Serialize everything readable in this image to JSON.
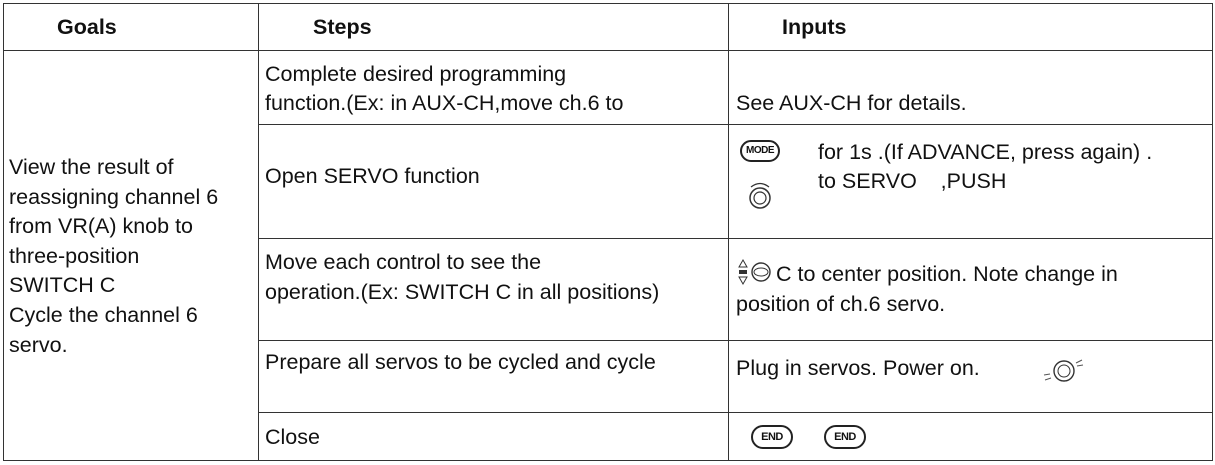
{
  "headers": {
    "goals": "Goals",
    "steps": "Steps",
    "inputs": "Inputs"
  },
  "goal": [
    "View the result of",
    "reassigning channel 6",
    "from VR(A) knob to",
    "three-position",
    "SWITCH C",
    "Cycle the channel 6",
    "servo."
  ],
  "rows": [
    {
      "step": [
        "Complete desired programming",
        "function.(Ex: in AUX-CH,move ch.6 to"
      ],
      "input": [
        "See AUX-CH for details."
      ]
    },
    {
      "step": [
        "Open SERVO function"
      ],
      "input": [
        "for 1s .(If ADVANCE, press again) .",
        "to SERVO    ,PUSH"
      ],
      "icons": [
        "mode-button-icon",
        "dial-icon"
      ],
      "button_label": "MODE"
    },
    {
      "step": [
        "Move each control to see the",
        "operation.(Ex: SWITCH C in all positions)"
      ],
      "input": [
        "C to center position. Note change in",
        "position of ch.6 servo."
      ],
      "icons": [
        "switch-icon"
      ]
    },
    {
      "step": [
        "Prepare all servos to be cycled and cycle"
      ],
      "input": [
        "Plug in servos. Power on."
      ],
      "icons": [
        "power-dial-icon"
      ]
    },
    {
      "step": [
        "Close"
      ],
      "input": [],
      "icons": [
        "end-button-icon",
        "end-button-icon"
      ],
      "button_label": "END"
    }
  ]
}
